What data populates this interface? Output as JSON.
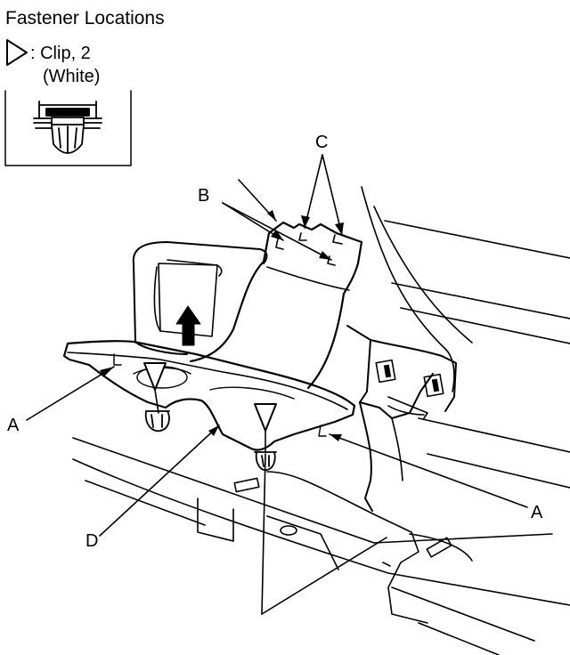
{
  "heading": "Fastener Locations",
  "legend": {
    "symbol_icon": "triangle-outline-icon",
    "line1": ": Clip, 2",
    "line2": "(White)"
  },
  "callouts": {
    "a_left": "A",
    "a_right": "A",
    "b": "B",
    "c": "C",
    "d": "D"
  }
}
